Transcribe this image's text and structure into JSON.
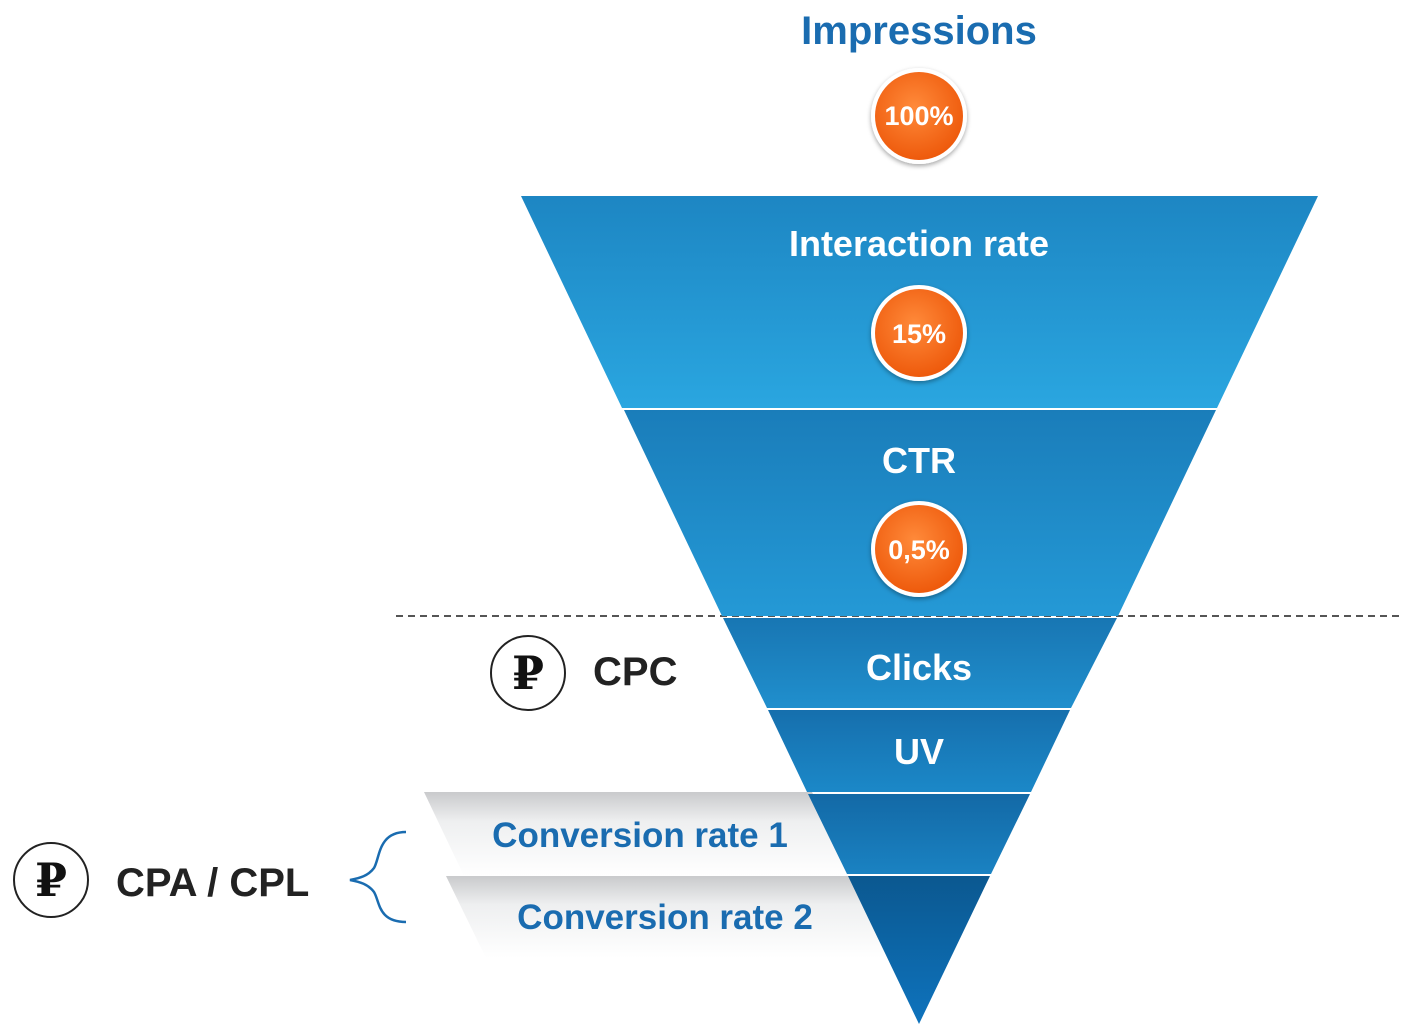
{
  "funnel": {
    "top": {
      "title": "Impressions",
      "badge": "100%"
    },
    "stages": [
      {
        "label": "Interaction rate",
        "badge": "15%"
      },
      {
        "label": "CTR",
        "badge": "0,5%"
      },
      {
        "label": "Clicks"
      },
      {
        "label": "UV"
      }
    ],
    "conversion_stages": [
      {
        "label": "Conversion rate 1"
      },
      {
        "label": "Conversion rate 2"
      }
    ]
  },
  "costs": {
    "cpc": {
      "symbol": "₽",
      "label": "CPC"
    },
    "cpa": {
      "symbol": "₽",
      "label": "CPA / CPL"
    }
  },
  "colors": {
    "badge_orange": "#f26a1b",
    "funnel_light": "#2aa3dd",
    "funnel_dark": "#0a5f9a",
    "text_blue": "#1a6cb0"
  }
}
